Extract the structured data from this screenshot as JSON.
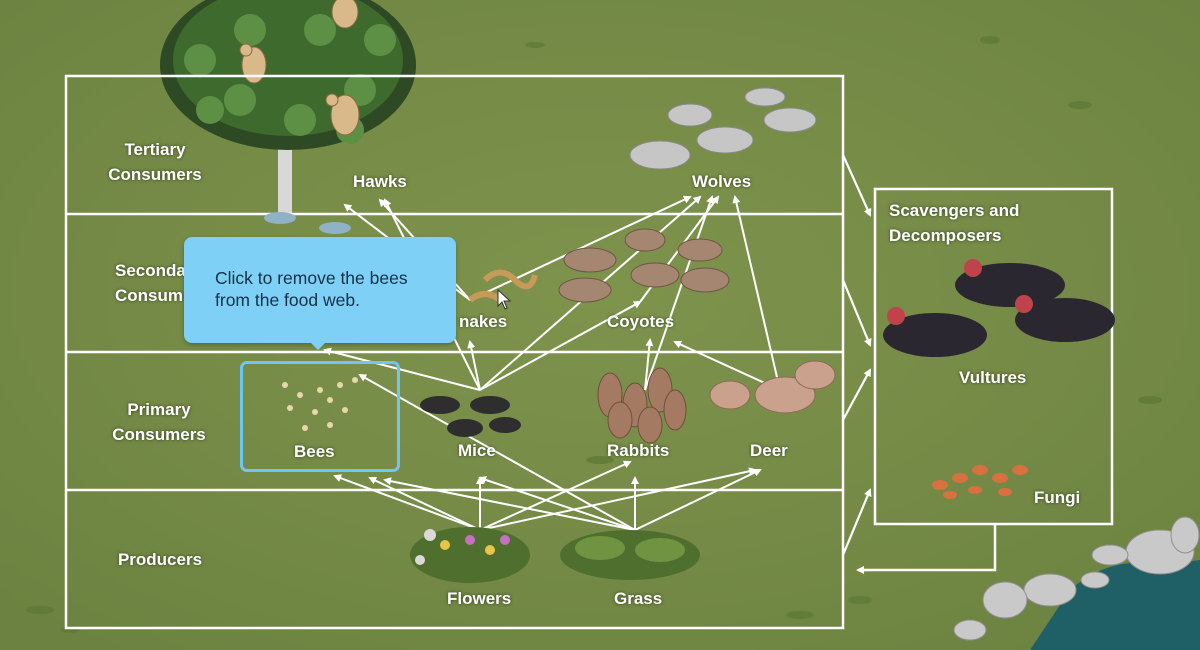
{
  "tooltip": {
    "text": "Click to remove the bees from the food web."
  },
  "levels": {
    "tertiary": {
      "line1": "Tertiary",
      "line2": "Consumers"
    },
    "secondary": {
      "line1": "Seconda",
      "line2": "Consum"
    },
    "primary": {
      "line1": "Primary",
      "line2": "Consumers"
    },
    "producers": {
      "line1": "Producers"
    }
  },
  "scavengers_box": {
    "line1": "Scavengers and",
    "line2": "Decomposers"
  },
  "organisms": {
    "hawks": "Hawks",
    "wolves": "Wolves",
    "snakes": "nakes",
    "coyotes": "Coyotes",
    "bees": "Bees",
    "mice": "Mice",
    "rabbits": "Rabbits",
    "deer": "Deer",
    "flowers": "Flowers",
    "grass": "Grass",
    "vultures": "Vultures",
    "fungi": "Fungi"
  },
  "colors": {
    "meadow": "#7a8f4a",
    "lines": "#ffffff",
    "tooltip": "#7fd0f7",
    "highlight": "#6ec7f0",
    "water": "#1f5f66"
  },
  "icons": [
    "tree-icon",
    "hawk-icon",
    "wolf-icon",
    "snake-icon",
    "coyote-icon",
    "bee-icon",
    "mouse-icon",
    "rabbit-icon",
    "deer-icon",
    "flower-icon",
    "grass-icon",
    "vulture-icon",
    "mushroom-icon",
    "bird-icon",
    "cursor-icon"
  ]
}
